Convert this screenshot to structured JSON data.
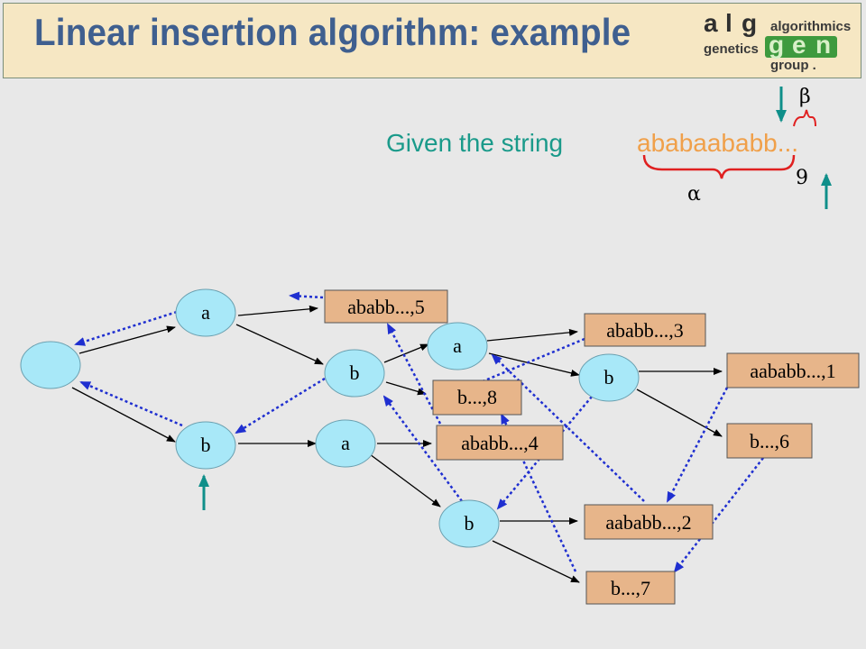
{
  "header": {
    "title": "Linear insertion algorithm: example",
    "logo": {
      "letters_top": [
        "a",
        "l",
        "g"
      ],
      "letters_bottom": [
        "g",
        "e",
        "n"
      ],
      "word_algorithmics": "algorithmics",
      "word_genetics": "genetics",
      "word_group": "group ."
    }
  },
  "given": {
    "prefix": "Given the string",
    "string": "ababaababb...",
    "alpha": "α",
    "beta": "β",
    "index": "9"
  },
  "tree": {
    "nodes": [
      "a",
      "b",
      "b",
      "a",
      "a",
      "b",
      "b"
    ],
    "leaves": [
      "ababb...,5",
      "ababb...,3",
      "b...,8",
      "ababb...,4",
      "aababb...,1",
      "b...,6",
      "aababb...,2",
      "b...,7"
    ]
  },
  "colors": {
    "title": "#3f5f8f",
    "given_text": "#1a9a8a",
    "string_text": "#f0a04a",
    "brace": "#e02020",
    "node_fill": "#a8e8f8",
    "leaf_fill": "#e7b58a",
    "dotted_link": "#1f2fd0",
    "teal_arrow": "#0f8f8a"
  }
}
